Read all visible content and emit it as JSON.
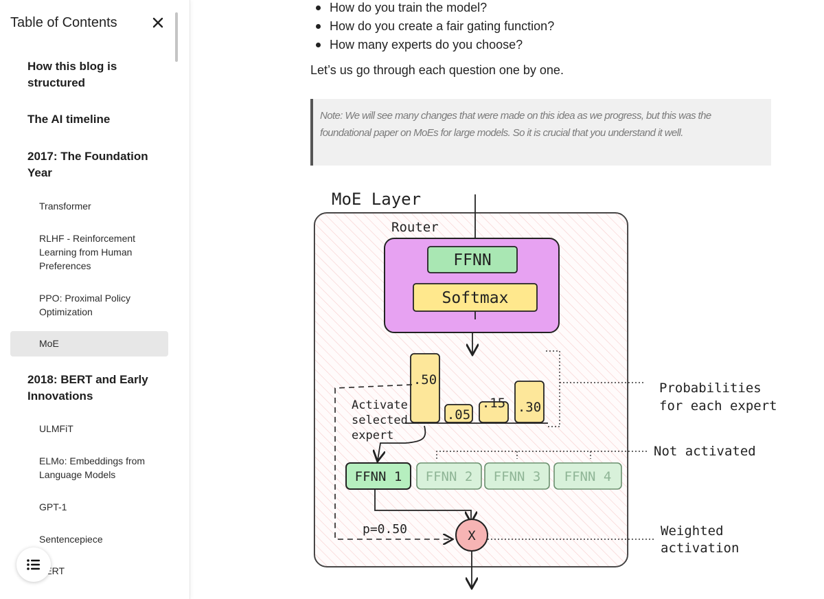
{
  "toc": {
    "title": "Table of Contents",
    "close_icon": "close-icon",
    "menu_icon": "list-icon",
    "items": [
      {
        "label": "How this blog is structured",
        "level": 1
      },
      {
        "label": "The AI timeline",
        "level": 1
      },
      {
        "label": "2017: The Foundation Year",
        "level": 1
      },
      {
        "label": "Transformer",
        "level": 2
      },
      {
        "label": "RLHF - Reinforcement Learning from Human Preferences",
        "level": 2
      },
      {
        "label": "PPO: Proximal Policy Optimization",
        "level": 2
      },
      {
        "label": "MoE",
        "level": 2,
        "active": true
      },
      {
        "label": "2018: BERT and Early Innovations",
        "level": 1
      },
      {
        "label": "ULMFiT",
        "level": 2
      },
      {
        "label": "ELMo: Embeddings from Language Models",
        "level": 2
      },
      {
        "label": "GPT-1",
        "level": 2
      },
      {
        "label": "Sentencepiece",
        "level": 2
      },
      {
        "label": "BERT",
        "level": 2
      }
    ]
  },
  "article": {
    "bullets": [
      "How do you train the model?",
      "How do you create a fair gating function?",
      "How many experts do you choose?"
    ],
    "paragraph": "Let’s us go through each question one by one.",
    "note": "Note: We will see many changes that were made on this idea as we progress, but this was the foundational paper on MoEs for large models. So it is crucial that you understand it well."
  },
  "diagram": {
    "title": "MoE Layer",
    "router_label": "Router",
    "ffnn_label": "FFNN",
    "softmax_label": "Softmax",
    "probabilities": [
      ".50",
      ".05",
      ".15",
      ".30"
    ],
    "probabilities_label_line1": "Probabilities",
    "probabilities_label_line2": "for each expert",
    "activate_line1": "Activate",
    "activate_line2": "selected",
    "activate_line3": "expert",
    "experts": [
      "FFNN 1",
      "FFNN 2",
      "FFNN 3",
      "FFNN 4"
    ],
    "not_activated": "Not activated",
    "weight": "p=0.50",
    "multiply": "X",
    "weighted_line1": "Weighted",
    "weighted_line2": "activation",
    "colors": {
      "router_fill": "#e49bf1",
      "ffnn_fill": "#a8e8b4",
      "softmax_fill": "#ffe98a",
      "bar_fill": "#fde79a",
      "expert_active": "#b7efbf",
      "expert_inactive": "#d9f2db",
      "multiply_fill": "#f7b6b6",
      "layer_hatch": "#f4c4c4"
    }
  }
}
